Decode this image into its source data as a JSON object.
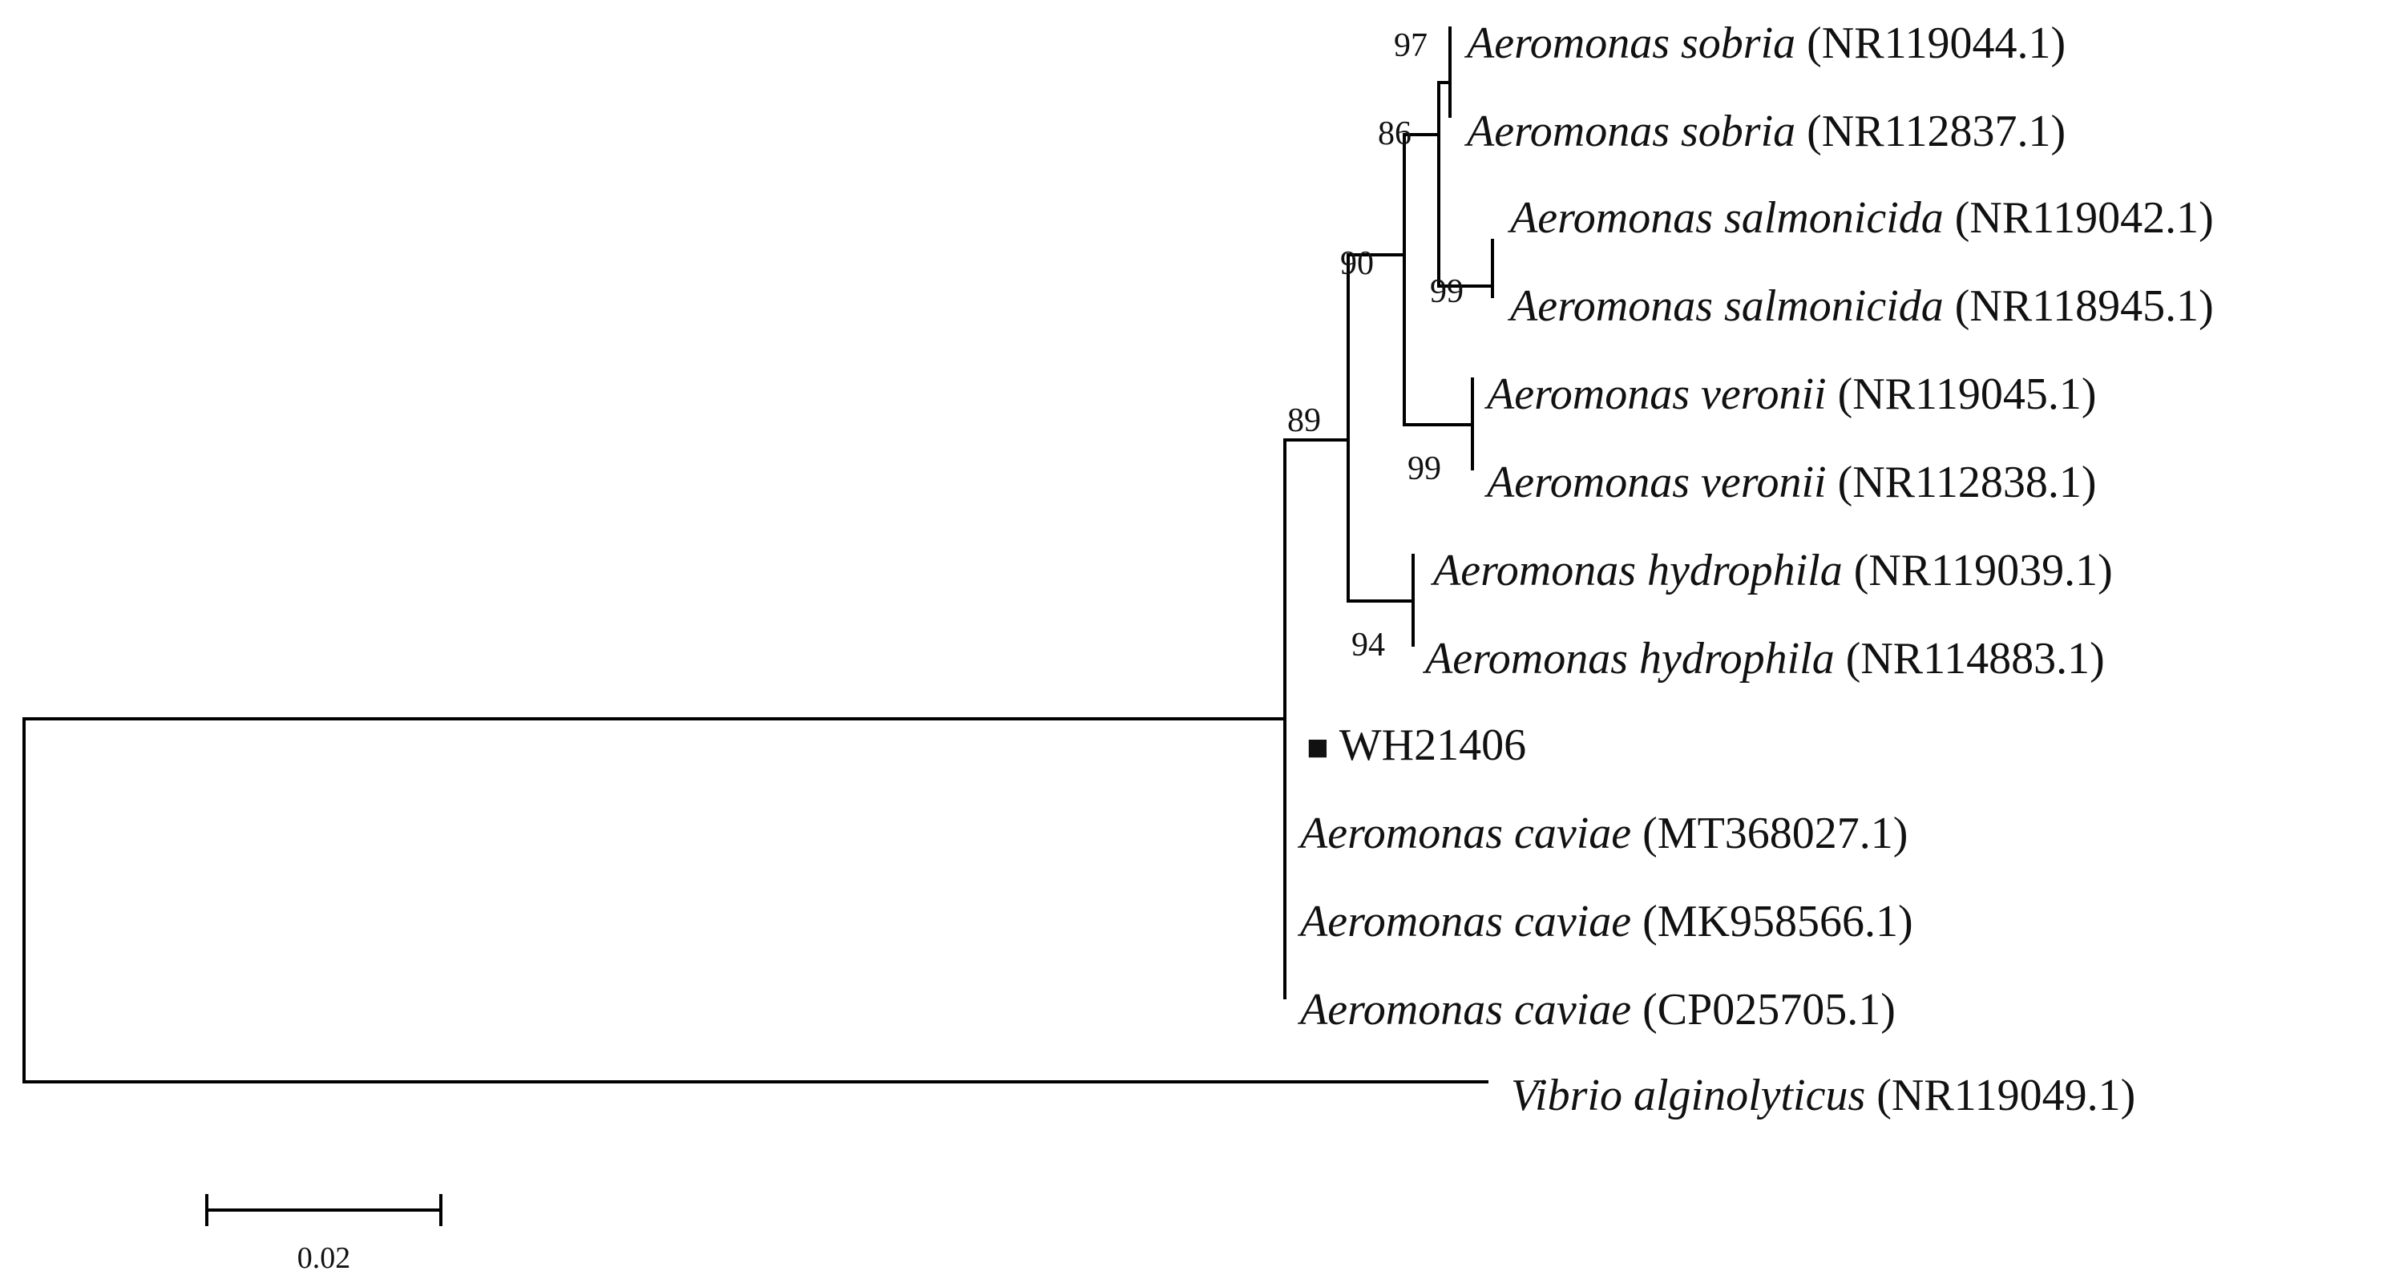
{
  "taxa": [
    {
      "species": "Aeromonas sobria",
      "accession": "(NR119044.1)"
    },
    {
      "species": "Aeromonas sobria",
      "accession": "(NR112837.1)"
    },
    {
      "species": "Aeromonas salmonicida",
      "accession": "(NR119042.1)"
    },
    {
      "species": "Aeromonas salmonicida",
      "accession": "(NR118945.1)"
    },
    {
      "species": "Aeromonas veronii",
      "accession": "(NR119045.1)"
    },
    {
      "species": "Aeromonas veronii",
      "accession": "(NR112838.1)"
    },
    {
      "species": "Aeromonas hydrophila",
      "accession": "(NR119039.1)"
    },
    {
      "species": "Aeromonas hydrophila",
      "accession": "(NR114883.1)"
    },
    {
      "species": "",
      "accession": "WH21406",
      "marker": "■"
    },
    {
      "species": "Aeromonas caviae",
      "accession": "(MT368027.1)"
    },
    {
      "species": "Aeromonas caviae",
      "accession": "(MK958566.1)"
    },
    {
      "species": "Aeromonas caviae",
      "accession": "(CP025705.1)"
    },
    {
      "species": "Vibrio alginolyticus",
      "accession": "(NR119049.1)"
    }
  ],
  "bootstrap": {
    "sobria": "97",
    "sobria_salmonicida": "86",
    "salmonicida": "99",
    "upper_clade": "90",
    "veronii": "99",
    "aeromonas_clade": "89",
    "hydrophila": "94"
  },
  "scale_bar": {
    "label": "0.02"
  }
}
